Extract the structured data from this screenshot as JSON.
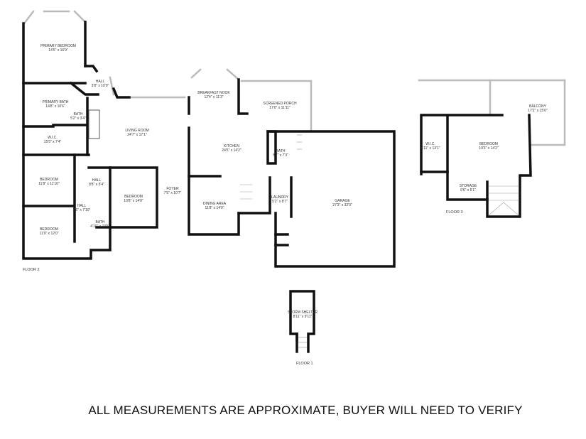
{
  "floors": {
    "floor2": {
      "label": "FLOOR 2",
      "rooms": [
        {
          "name": "PRIMARY BEDROOM",
          "dims": "14'5\" x 16'9\""
        },
        {
          "name": "HALL",
          "dims": "3'8\" x 10'0\""
        },
        {
          "name": "PRIMARY BATH",
          "dims": "14'8\" x 10'6\""
        },
        {
          "name": "BATH",
          "dims": "5'2\" x 3'4\""
        },
        {
          "name": "W.I.C.",
          "dims": "15'5\" x 7'4\""
        },
        {
          "name": "LIVING ROOM",
          "dims": "24'7\" x 17'1\""
        },
        {
          "name": "BEDROOM",
          "dims": "11'8\" x 11'10\""
        },
        {
          "name": "HALL",
          "dims": "8'8\" x 5'4\""
        },
        {
          "name": "HALL",
          "dims": "3'5\" x 7'10\""
        },
        {
          "name": "BATH",
          "dims": "4'10\" x 10'5\""
        },
        {
          "name": "BEDROOM",
          "dims": "11'9\" x 12'0\""
        },
        {
          "name": "BEDROOM",
          "dims": "10'8\" x 14'0\""
        },
        {
          "name": "FOYER",
          "dims": "7'5\" x 10'7\""
        },
        {
          "name": "BREAKFAST NOOK",
          "dims": "12'4\" x 11'3\""
        },
        {
          "name": "SCREENED PORCH",
          "dims": "17'0\" x 11'11\""
        },
        {
          "name": "KITCHEN",
          "dims": "24'5\" x 14'2\""
        },
        {
          "name": "BATH",
          "dims": "5'7\" x 7'3\""
        },
        {
          "name": "DINING AREA",
          "dims": "11'8\" x 14'0\""
        },
        {
          "name": "LAUNDRY",
          "dims": "5'2\" x 8'7\""
        },
        {
          "name": "GARAGE",
          "dims": "27'3\" x 32'0\""
        }
      ]
    },
    "floor3": {
      "label": "FLOOR 3",
      "rooms": [
        {
          "name": "W.I.C.",
          "dims": "5'11\" x 13'1\""
        },
        {
          "name": "BEDROOM",
          "dims": "19'3\" x 14'2\""
        },
        {
          "name": "BALCONY",
          "dims": "17'2\" x 15'0\""
        },
        {
          "name": "STORAGE",
          "dims": "9'6\" x 5'1\""
        }
      ]
    },
    "floor1": {
      "label": "FLOOR 1",
      "rooms": [
        {
          "name": "STORM SHELTER",
          "dims": "8'11\" x 9'11\""
        }
      ]
    }
  },
  "disclaimer": "ALL MEASUREMENTS ARE APPROXIMATE, BUYER WILL NEED TO VERIFY"
}
